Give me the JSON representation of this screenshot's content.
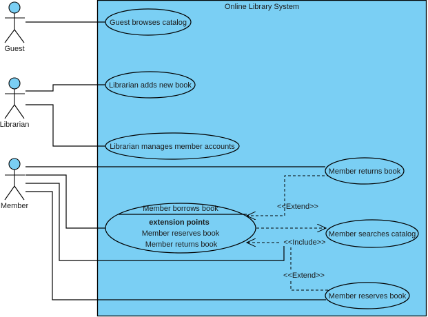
{
  "diagram": {
    "type": "use-case",
    "system": {
      "title": "Online Library System",
      "fill": "#7acff4",
      "stroke": "#000000"
    },
    "actor_fill": "#7acff4",
    "actors": [
      {
        "id": "guest",
        "label": "Guest"
      },
      {
        "id": "librarian",
        "label": "Librarian"
      },
      {
        "id": "member",
        "label": "Member"
      }
    ],
    "use_cases": [
      {
        "id": "guest-browses",
        "label": "Guest browses catalog"
      },
      {
        "id": "librarian-adds",
        "label": "Librarian adds new book"
      },
      {
        "id": "librarian-manages",
        "label": "Librarian manages member accounts"
      },
      {
        "id": "member-returns",
        "label": "Member returns book"
      },
      {
        "id": "member-borrows",
        "label": "Member borrows book",
        "extension_points_title": "extension points",
        "extension_points": [
          "Member reserves book",
          "Member returns book"
        ]
      },
      {
        "id": "member-searches",
        "label": "Member searches catalog"
      },
      {
        "id": "member-reserves",
        "label": "Member reserves book"
      }
    ],
    "associations": [
      {
        "actor": "guest",
        "use_case": "guest-browses"
      },
      {
        "actor": "librarian",
        "use_case": "librarian-adds"
      },
      {
        "actor": "librarian",
        "use_case": "librarian-manages"
      },
      {
        "actor": "member",
        "use_case": "member-returns"
      },
      {
        "actor": "member",
        "use_case": "member-borrows"
      },
      {
        "actor": "member",
        "use_case": "member-borrows"
      },
      {
        "actor": "member",
        "use_case": "member-reserves"
      }
    ],
    "relationships": [
      {
        "from": "member-returns",
        "to": "member-borrows",
        "stereotype": "<<Extend>>"
      },
      {
        "from": "member-borrows",
        "to": "member-searches",
        "stereotype": "<<Include>>"
      },
      {
        "from": "member-reserves",
        "to": "member-borrows",
        "stereotype": "<<Extend>>"
      }
    ]
  }
}
